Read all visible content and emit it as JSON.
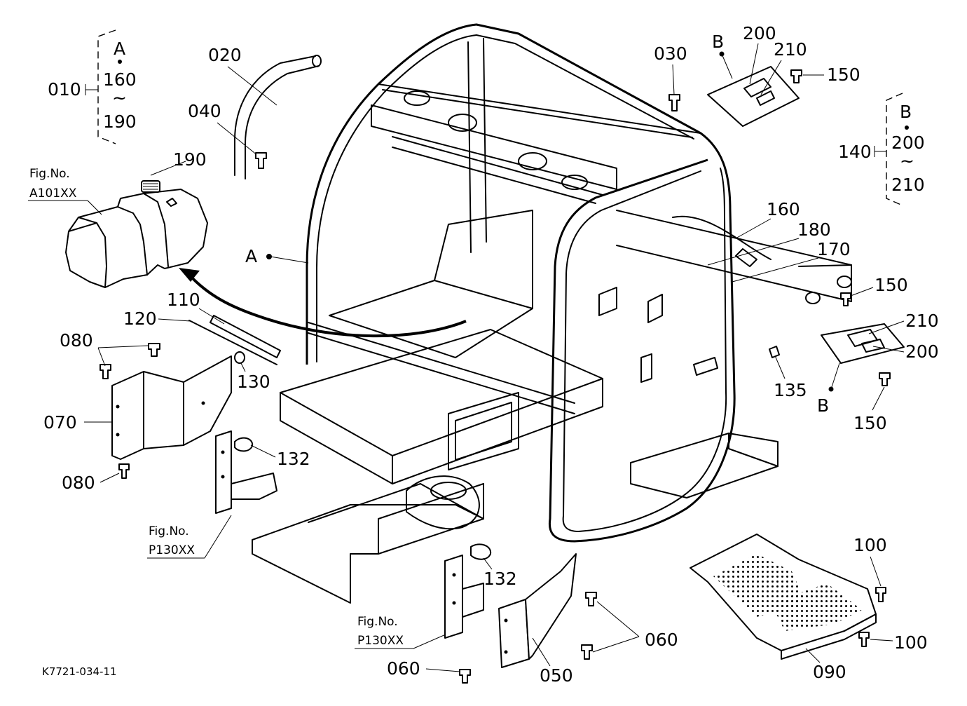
{
  "diagram": {
    "drawing_code": "K7721-034-11",
    "callouts": {
      "c010": "010",
      "c020": "020",
      "c030": "030",
      "c040": "040",
      "c050": "050",
      "c060a": "060",
      "c060b": "060",
      "c070": "070",
      "c080a": "080",
      "c080b": "080",
      "c090": "090",
      "c100a": "100",
      "c100b": "100",
      "c110": "110",
      "c120": "120",
      "c130": "130",
      "c132a": "132",
      "c132b": "132",
      "c135": "135",
      "c140": "140",
      "c150a": "150",
      "c150b": "150",
      "c150c": "150",
      "c160": "160",
      "c170": "170",
      "c180": "180",
      "c190": "190",
      "c200a": "200",
      "c200b": "200",
      "c210a": "210",
      "c210b": "210"
    },
    "groups": {
      "g010": {
        "letter": "A",
        "from": "160",
        "tilde": "~",
        "to": "190"
      },
      "g140": {
        "letter": "B",
        "from": "200",
        "tilde": "~",
        "to": "210"
      }
    },
    "markers": {
      "a_frame": "A",
      "b_top": "B",
      "b_bottom": "B"
    },
    "figure_refs": {
      "fig_a101_label": "Fig.No.",
      "fig_a101_code": "A101XX",
      "fig_p130_left_label": "Fig.No.",
      "fig_p130_left_code": "P130XX",
      "fig_p130_bottom_label": "Fig.No.",
      "fig_p130_bottom_code": "P130XX"
    }
  }
}
